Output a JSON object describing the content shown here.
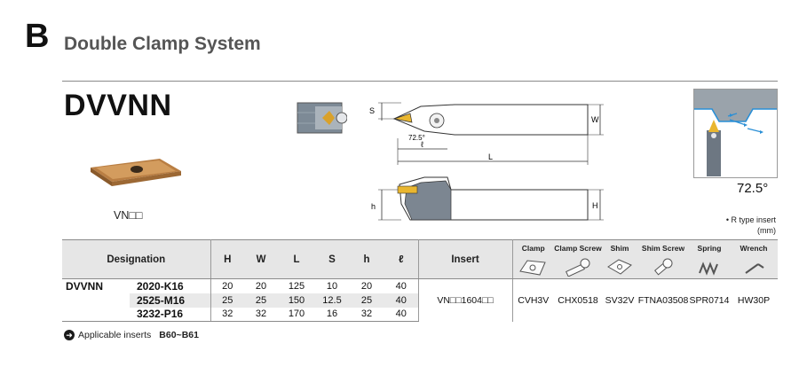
{
  "header": {
    "section_letter": "B",
    "section_title": "Double Clamp System",
    "model": "DVVNN"
  },
  "insert": {
    "code": "VN□□"
  },
  "drawing": {
    "dim_S": "S",
    "dim_W": "W",
    "dim_angle": "72.5°",
    "dim_l": "ℓ",
    "dim_L": "L",
    "dim_h": "h",
    "dim_H": "H"
  },
  "approach_angle": "72.5°",
  "notes": {
    "insert_type": "• R type insert",
    "unit": "(mm)"
  },
  "table": {
    "headers": {
      "designation": "Designation",
      "H": "H",
      "W": "W",
      "L": "L",
      "S": "S",
      "h": "h",
      "l": "ℓ",
      "insert": "Insert",
      "clamp": "Clamp",
      "clamp_screw": "Clamp Screw",
      "shim": "Shim",
      "shim_screw": "Shim Screw",
      "spring": "Spring",
      "wrench": "Wrench"
    },
    "model": "DVVNN",
    "rows": [
      {
        "designation": "2020-K16",
        "H": "20",
        "W": "20",
        "L": "125",
        "S": "10",
        "h": "20",
        "l": "40"
      },
      {
        "designation": "2525-M16",
        "H": "25",
        "W": "25",
        "L": "150",
        "S": "12.5",
        "h": "25",
        "l": "40"
      },
      {
        "designation": "3232-P16",
        "H": "32",
        "W": "32",
        "L": "170",
        "S": "16",
        "h": "32",
        "l": "40"
      }
    ],
    "parts": {
      "insert": "VN□□1604□□",
      "clamp": "CVH3V",
      "clamp_screw": "CHX0518",
      "shim": "SV32V",
      "shim_screw": "FTNA03508",
      "spring": "SPR0714",
      "wrench": "HW30P"
    }
  },
  "footer": {
    "icon": "arrow-right-circle-icon",
    "label": "Applicable inserts",
    "pages": "B60~B61"
  }
}
